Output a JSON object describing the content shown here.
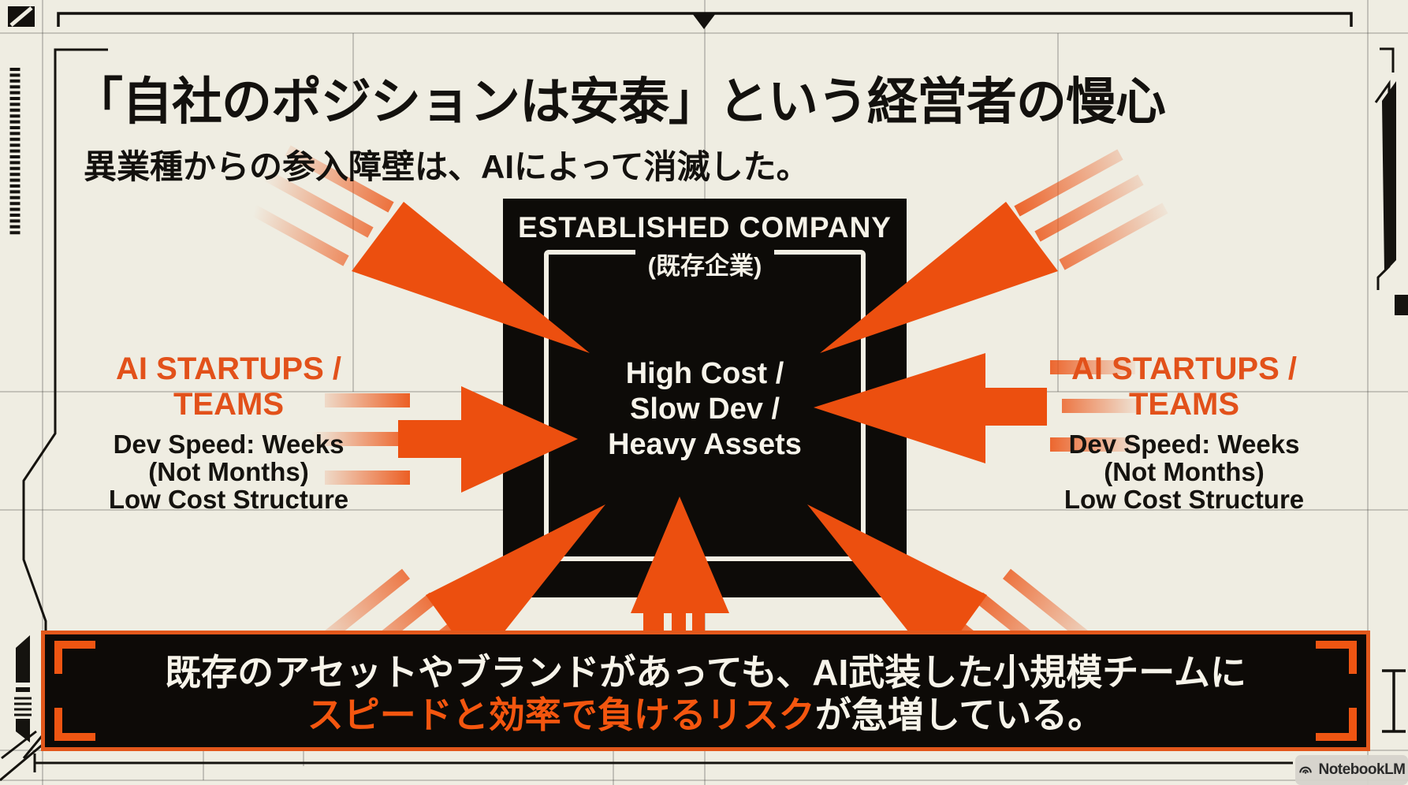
{
  "slide": {
    "title": "「自社のポジションは安泰」という経営者の慢心",
    "subtitle": "異業種からの参入障壁は、AIによって消滅した。"
  },
  "center_box": {
    "name_en": "ESTABLISHED COMPANY",
    "name_jp": "(既存企業)",
    "traits": [
      "High Cost /",
      "Slow Dev /",
      "Heavy Assets"
    ]
  },
  "attackers_left": {
    "title": "AI STARTUPS / TEAMS",
    "details": [
      "Dev Speed: Weeks",
      "(Not Months)",
      "Low Cost Structure"
    ]
  },
  "attackers_right": {
    "title": "AI STARTUPS / TEAMS",
    "details": [
      "Dev Speed: Weeks",
      "(Not Months)",
      "Low Cost Structure"
    ]
  },
  "banner": {
    "line1": "既存のアセットやブランドがあっても、AI武装した小規模チームに",
    "line2_highlight": "スピードと効率で負けるリスク",
    "line2_rest": "が急増している。"
  },
  "watermark": {
    "label": "NotebookLM"
  },
  "colors": {
    "background": "#efede2",
    "ink": "#13110e",
    "arrow_orange": "#ec4f0f",
    "label_orange": "#e2511a",
    "banner_border": "#e2571b",
    "highlight_orange": "#f4560f",
    "text_on_dark": "#f7f4ea"
  }
}
